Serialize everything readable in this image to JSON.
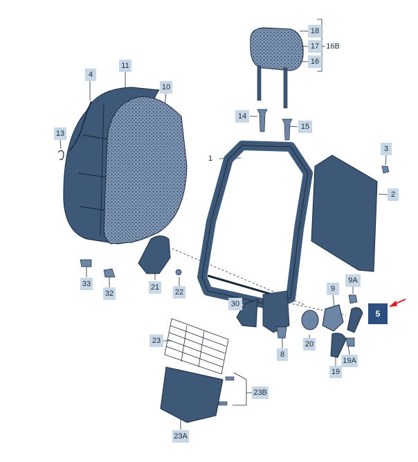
{
  "labels": {
    "l1": "1",
    "l2": "2",
    "l3": "3",
    "l4": "4",
    "l5": "5",
    "l8": "8",
    "l9": "9",
    "l9a": "9A",
    "l10": "10",
    "l11": "11",
    "l13": "13",
    "l14": "14",
    "l15": "15",
    "l16": "16",
    "l16b": "16B",
    "l17": "17",
    "l18": "18",
    "l19": "19",
    "l19a": "19A",
    "l20": "20",
    "l21": "21",
    "l22": "22",
    "l23": "23",
    "l23a": "23A",
    "l23b": "23B",
    "l30": "30",
    "l32": "32",
    "l33": "33"
  },
  "colors": {
    "label_bg": "#c8d7e6",
    "highlight_bg": "#2d4f7f",
    "part_fill": "#3e5878",
    "part_light": "#6d86a6",
    "line": "#1b2a3a",
    "arrow": "#d81f26"
  }
}
